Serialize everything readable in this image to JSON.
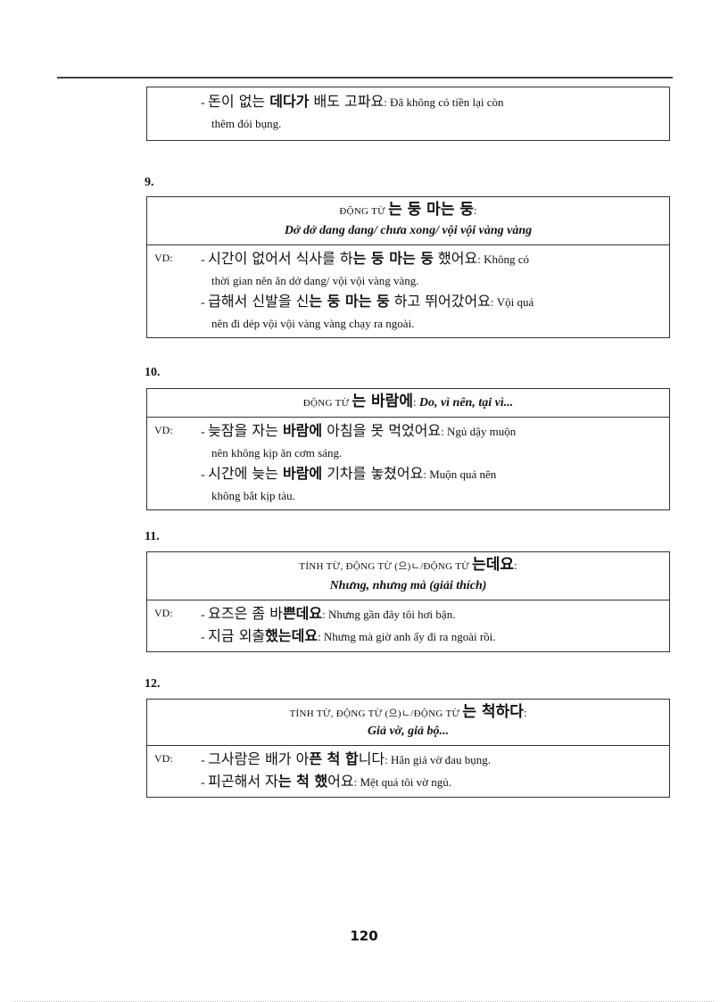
{
  "page": {
    "page_number": "120"
  },
  "continued_box": {
    "examples": [
      {
        "prefix": "- ",
        "ko_pre": "돈이 없는 ",
        "ko_bold": "데다가",
        "ko_post": " 배도 고파요",
        "vi": ": Đã không có tiền lại còn",
        "vi_cont": "thêm đói bụng."
      }
    ]
  },
  "sections": [
    {
      "number": "9.",
      "head_prefix": "ĐỘNG TỪ ",
      "head_ko": "는 둥 마는 둥",
      "head_suffix": ":",
      "meaning": "Dở dở dang dang/ chưa xong/ vội vội vàng vàng",
      "vd_label": "VD:",
      "examples": [
        {
          "prefix": "- ",
          "ko_pre": "시간이 없어서 식사를 하",
          "ko_bold": "는 둥 마는 둥",
          "ko_post": " 했어요",
          "vi": ": Không có",
          "vi_cont": "thời gian nên ăn dở dang/ vội vội vàng vàng."
        },
        {
          "prefix": "- ",
          "ko_pre": "급해서 신발을 신",
          "ko_bold": "는 둥 마는 둥",
          "ko_post": " 하고 뛰어갔어요",
          "vi": ": Vội quá",
          "vi_cont": "nên đi dép vội vội vàng vàng chạy ra ngoài."
        }
      ]
    },
    {
      "number": "10.",
      "head_prefix": "ĐỘNG TỪ ",
      "head_ko": "는 바람에",
      "head_suffix": ": ",
      "head_italic": "Do, vì nên, tại vì...",
      "vd_label": "VD:",
      "examples": [
        {
          "prefix": "- ",
          "ko_pre": "늦잠을 자는 ",
          "ko_bold": "바람에",
          "ko_post": " 아침을 못 먹었어요",
          "vi": ": Ngủ dậy muộn",
          "vi_cont": "nên không kịp ăn cơm sáng."
        },
        {
          "prefix": "- ",
          "ko_pre": "시간에 늦는 ",
          "ko_bold": "바람에",
          "ko_post": " 기차를 놓쳤어요",
          "vi": ": Muộn quá nên",
          "vi_cont": "không bắt kịp tàu."
        }
      ]
    },
    {
      "number": "11.",
      "head_prefix": "TÍNH TỪ, ĐỘNG TỪ (으)ㄴ/ĐỘNG TỪ ",
      "head_ko": "는데요",
      "head_suffix": ":",
      "meaning": "Nhưng, nhưng mà (giải thích)",
      "vd_label": "VD:",
      "examples": [
        {
          "prefix": "- ",
          "ko_pre": "요즈은 좀 바",
          "ko_bold": "쁜데요",
          "ko_post": "",
          "vi": ": Nhưng gần đây tôi hơi bận."
        },
        {
          "prefix": "- ",
          "ko_pre": "지금 외출",
          "ko_bold": "했는데요",
          "ko_post": "",
          "vi": ": Nhưng mà giờ anh ấy đi ra ngoài rồi."
        }
      ]
    },
    {
      "number": "12.",
      "head_prefix": "TÍNH TỪ, ĐỘNG TỪ (으)ㄴ/ĐỘNG TỪ ",
      "head_ko": "는 척하다",
      "head_suffix": ":",
      "meaning": "Giả vờ, giả bộ...",
      "vd_label": "VD:",
      "examples": [
        {
          "prefix": "- ",
          "ko_pre": "그사람은 배가 아",
          "ko_bold": "픈 척 합",
          "ko_post": "니다",
          "vi": ": Hắn giả vờ đau bụng."
        },
        {
          "prefix": "- ",
          "ko_pre": "피곤해서 자",
          "ko_bold": "는 척 했",
          "ko_post": "어요",
          "vi": ": Mệt quá tôi vờ ngủ."
        }
      ]
    }
  ]
}
